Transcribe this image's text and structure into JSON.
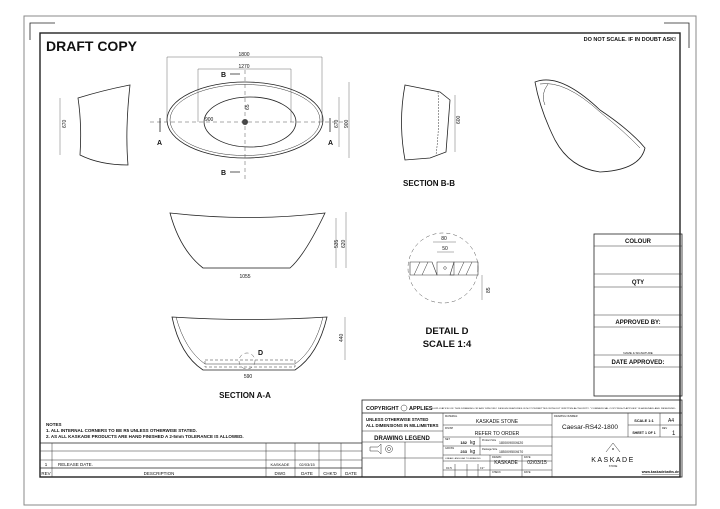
{
  "header": {
    "title": "DRAFT COPY",
    "warning": "DO NOT SCALE. IF IN DOUBT ASK!"
  },
  "views": {
    "top": {
      "dim_length": "1800",
      "dim_inner": "1270",
      "dim_basin": "900",
      "dim_width": "900",
      "dim_inner_width": "670",
      "dim_drain": "65",
      "section_a": "A",
      "section_b": "B"
    },
    "side_left": {
      "dim_height": "670"
    },
    "section_bb": {
      "title": "SECTION B-B",
      "dim_height": "600"
    },
    "elevation": {
      "dim_base": "1055",
      "dim_h1": "535",
      "dim_h2": "620"
    },
    "section_aa": {
      "title": "SECTION A-A",
      "dim_depth": "440",
      "dim_base": "590",
      "detail_marker": "D"
    },
    "detail_d": {
      "title": "DETAIL D",
      "scale": "SCALE 1:4",
      "dim_outer": "80",
      "dim_inner": "50",
      "dim_height": "85"
    }
  },
  "approval": {
    "colour": "COLOUR",
    "qty": "QTY",
    "approved_by": "APPROVED BY:",
    "signature_note": "NAME & SIGNATURE",
    "date_approved": "DATE APPROVED:"
  },
  "notes": {
    "heading": "NOTES",
    "items": [
      "1. ALL INTERNAL CORNERS TO BE R5 UNLESS OTHERWISE STATED.",
      "2. AS ALL KASKADE PRODUCTS ARE HAND FINISHED A 2-5mm TOLERANCE IS ALLOWED."
    ]
  },
  "revisions": {
    "headers": [
      "REV",
      "DESCRIPTION",
      "DWG",
      "DATE",
      "CHK'D",
      "DATE"
    ],
    "rows": [
      {
        "rev": "1",
        "description": "RELEASE DATE.",
        "dwg": "KASKADE",
        "date": "02/03/15"
      }
    ]
  },
  "title_block": {
    "copyright": "COPYRIGHT",
    "applies": "APPLIES",
    "copyright_notice": "DUPLICATION OF THIS DRAWING OR ANY SPECIFIC DESIGN FEATURES IS NOT PERMITTED WITHOUT WRITTEN AUTHORITY. \"COMMERCIAL COPYRIGHT APPLIES\" IS ASSUMED AND RESERVED.",
    "unless": "UNLESS OTHERWISE STATED",
    "units": "ALL DIMENSIONS IN MILLIMETERS",
    "drawing_legend": "DRAWING LEGEND",
    "material_label": "MATERIAL",
    "material": "KASKADE STONE",
    "finish_label": "FINISH",
    "finish": "REFER TO ORDER",
    "net_label": "NET",
    "net_weight": "182",
    "gross_label": "GROSS",
    "gross_weight": "233",
    "weight_unit": "kg",
    "product_size_label": "Product Size",
    "product_size": "1800X900X620",
    "package_size_label": "Package Size",
    "package_size": "1850X950X670",
    "tolerance_label": "LINEAR / ANGULAR TOLERANCES",
    "tolerance_values": [
      "±0.5",
      "",
      "",
      "±1°"
    ],
    "drawn_label": "DRAWN",
    "drawn_by": "KASKADE",
    "date_label": "DATE",
    "date": "02/03/15",
    "check_label": "CHECK",
    "drawing_number_label": "DRAWING NUMBER",
    "drawing_number": "Caesar-RS42-1800",
    "scale": "SCALE 1:1",
    "size": "A4",
    "sheet": "SHEET 1 OF 1",
    "rev_label": "REV",
    "rev": "1",
    "brand": "KASKADE",
    "brand_sub": "STONE",
    "website": "www.kaskadebaths.de"
  }
}
